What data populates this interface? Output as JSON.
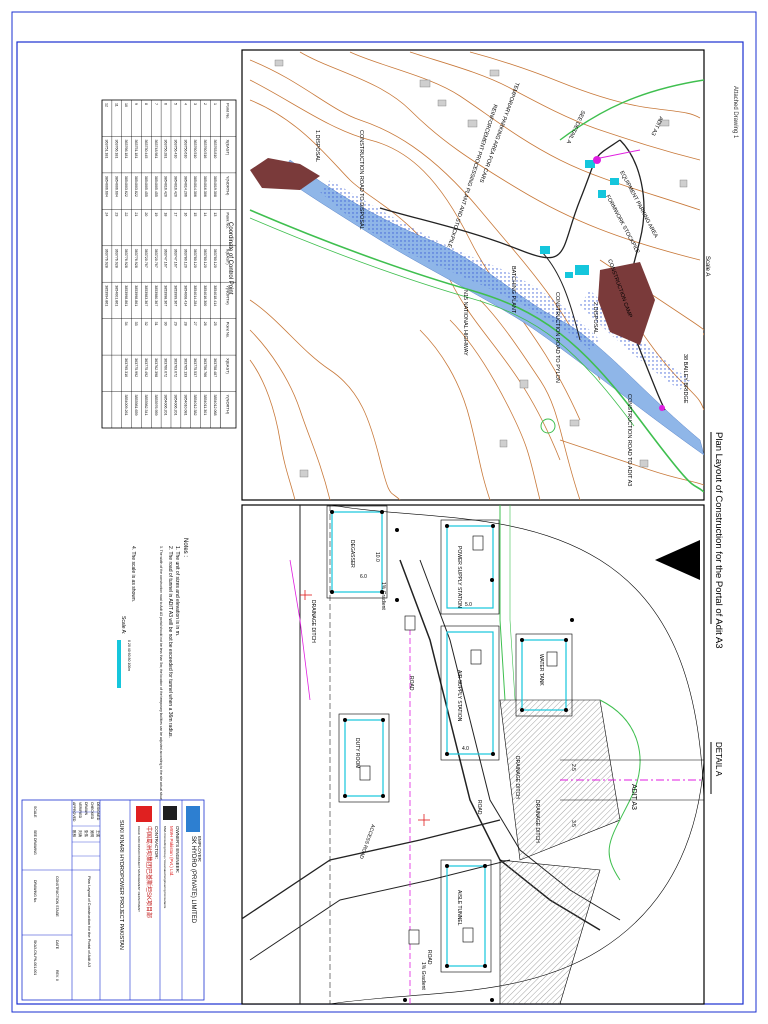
{
  "sheet": {
    "ref": "Attached Drawing 1",
    "main_title": "Plan Layout of Construction for the Portal of Adit A3",
    "scale_label": "Scale A",
    "detail_title": "DETAIL A"
  },
  "map_labels": {
    "adit": "ADIT A3",
    "see_detail": "SEE DETAIL A",
    "temp_parking": "TEMPORARY PARKING AREA FOR CARS",
    "reinforcement": "REINFORCEMENT PROCESSING PLANT AND STOCKPILE",
    "equipment_parking": "EQUIPMENT PARKING AREA",
    "formwork": "FORMWORK STOCKPILE",
    "construction_camp": "CONSTRUCTION CAMP",
    "disposal_2": "2.DISPOSAL",
    "disposal_1": "1.DISPOSAL",
    "batching": "BATCHING PLANT",
    "national_highway": "N15 NATIONAL HIGHWAY",
    "road_to_adit": "CONSTRUCTION ROAD TO ADIT A3",
    "road_to_pylon": "CONSTRUCTION ROAD TO PYLON",
    "road_to_disposal": "CONSTRUCTION ROAD TO DISPOSAL",
    "bailey_bridge": "38 BAILEY BRIDGE"
  },
  "control_table": {
    "title": "Coordinate of Control Point",
    "headers": [
      "Point No.",
      "X(EAST)",
      "Y(NORTH)",
      "Point No.",
      "X(EAST)",
      "Y(NORTH)",
      "Point No.",
      "X(EAST)",
      "Y(NORTH)"
    ],
    "rows": [
      [
        "1",
        "363763.810",
        "3854019.308",
        "13",
        "363780.120",
        "3854018.414",
        "25",
        "363758.487",
        "3854012.068"
      ],
      [
        "2",
        "363760.516",
        "3854016.306",
        "14",
        "363780.120",
        "3854016.300",
        "26",
        "363756.766",
        "3854011.301"
      ],
      [
        "3",
        "363760.510",
        "3854014.306",
        "15",
        "363780.120",
        "3854014.284",
        "27",
        "363775.537",
        "3854012.382"
      ],
      [
        "4",
        "363756.610",
        "3854014.206",
        "16",
        "363780.120",
        "3854008.414",
        "28",
        "363765.133",
        "3854010.081"
      ],
      [
        "5",
        "363756.410",
        "3854016.420",
        "17",
        "363747.167",
        "3853999.367",
        "29",
        "363763.072",
        "3854006.201"
      ],
      [
        "6",
        "363756.281",
        "3854016.420",
        "18",
        "363747.167",
        "3853998.367",
        "30",
        "363760.072",
        "3854006.201"
      ],
      [
        "7",
        "363748.981",
        "3854005.455",
        "19",
        "363720.767",
        "3853980.367",
        "31",
        "363762.398",
        "3853976.959"
      ],
      [
        "8",
        "363730.445",
        "3854005.455",
        "20",
        "363720.767",
        "3853983.367",
        "32",
        "363775.492",
        "3853982.341"
      ],
      [
        "9",
        "363751.181",
        "3854003.822",
        "21",
        "363776.928",
        "3853998.861",
        "33",
        "363775.992",
        "3853981.659"
      ],
      [
        "10",
        "363766.181",
        "3854003.622",
        "22",
        "363776.928",
        "3853998.861",
        "34",
        "363795.310",
        "3854009.261"
      ],
      [
        "11",
        "363766.181",
        "3854006.604",
        "23",
        "363776.928",
        "3854001.861",
        "",
        "",
        ""
      ],
      [
        "12",
        "363751.181",
        "3854006.604",
        "24",
        "363776.928",
        "3853994.861",
        "",
        "",
        ""
      ]
    ]
  },
  "detail_labels": {
    "adit": "ADIT A3",
    "degasser": "DEGASSER",
    "power_supply": "POWER SUPPLY STATION",
    "air_supply": "AIR SUPPLY STATION",
    "water_tank": "WATER TANK",
    "duty_room": "DUTY ROOM",
    "aisle": "AISLE TUNNEL",
    "road": "ROAD",
    "access_road": "ACCESS ROAD",
    "drainage_ditch": "DRAINAGE DITCH",
    "grade_1": "1% Gradient",
    "grade_2": "1% Gradient",
    "dim_a": "10.0",
    "dim_b": "6.0",
    "dim_c": "5.0",
    "dim_d": "4.0",
    "dim_e": "2.5",
    "dim_f": "3.5"
  },
  "notes": {
    "title": "Notes :",
    "items": [
      "1. The unit of sizes and elevation is in m.",
      "2. The road of tunnel in ADIT A3 will be not be exceeded for tunnel when a 36m radius.",
      "3. The width of the construction road to Adit A3 portal should not be less than 5m; the location of the temporary facilities can be adjusted according to the site actual situation.",
      "4. The scale is as shown."
    ],
    "scale_text": "Scale A:",
    "scale_ticks": "0  20  40  60  80  100m"
  },
  "title_block": {
    "employer_label": "EMPLOYER:",
    "employer": "SK HYDRO (PRIVATE) LIMITED",
    "engineer_label": "OWNER'S ENGINEER:",
    "engineer": "MWH Pakistan (Pvt.) Ltd.",
    "engineer_sub": "MWH Consulting Group / Associated Engineering Consultants",
    "contractor_label": "CONTRACTOR:",
    "contractor": "中国葛洲坝集团巴基斯坦SK项目部",
    "contractor_sub": "CGGC SUKI KINARI PROJECT MANAGEMENT DEPARTMENT",
    "project": "SUKI KINARI HYDROPOWER PROJECT PAKISTAN",
    "drawing_title": "Plan Layout of Construction for the Portal of Adit A3",
    "rows": [
      {
        "label": "DESIGNED",
        "value": "王强"
      },
      {
        "label": "CHECKED",
        "value": "吴明"
      },
      {
        "label": "DRAWN",
        "value": "张伟"
      },
      {
        "label": "VERIFIED",
        "value": "刘涛"
      },
      {
        "label": "APPROVED",
        "value": "陈林"
      }
    ],
    "stage": "CONSTRUCTION STAGE",
    "date_label": "DATE",
    "drawing_no_label": "DRAWING No.",
    "drawing_no": "SKA3-CN-PN-001-001",
    "scale_label": "SCALE",
    "scale_value": "SEE DRAWING",
    "revision": "REV. 0"
  },
  "colors": {
    "frame": "#1a2fd0",
    "contour": "#c8793a",
    "river": "#8fb6e8",
    "road": "#222222",
    "highway": "#3fbf4f",
    "disposal": "#7a3a3a",
    "cyan": "#15c6dc",
    "magenta": "#e01ee0",
    "red": "#e01a1a"
  }
}
